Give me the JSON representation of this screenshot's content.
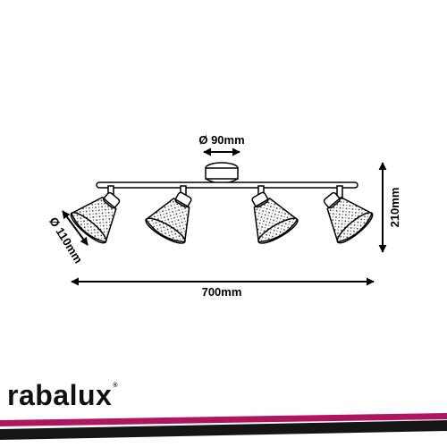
{
  "diagram": {
    "labels": {
      "diameter_mount": "Ø 90mm",
      "diameter_shade": "Ø 110mm",
      "width": "700mm",
      "height": "210mm"
    },
    "shade_count": 4
  },
  "brand": {
    "name": "rabalux",
    "registered_mark": "®"
  },
  "colors": {
    "line": "#000000",
    "shade_fill": "#ffffff",
    "stripe_magenta": "#b0155f",
    "stripe_dark": "#151515"
  }
}
